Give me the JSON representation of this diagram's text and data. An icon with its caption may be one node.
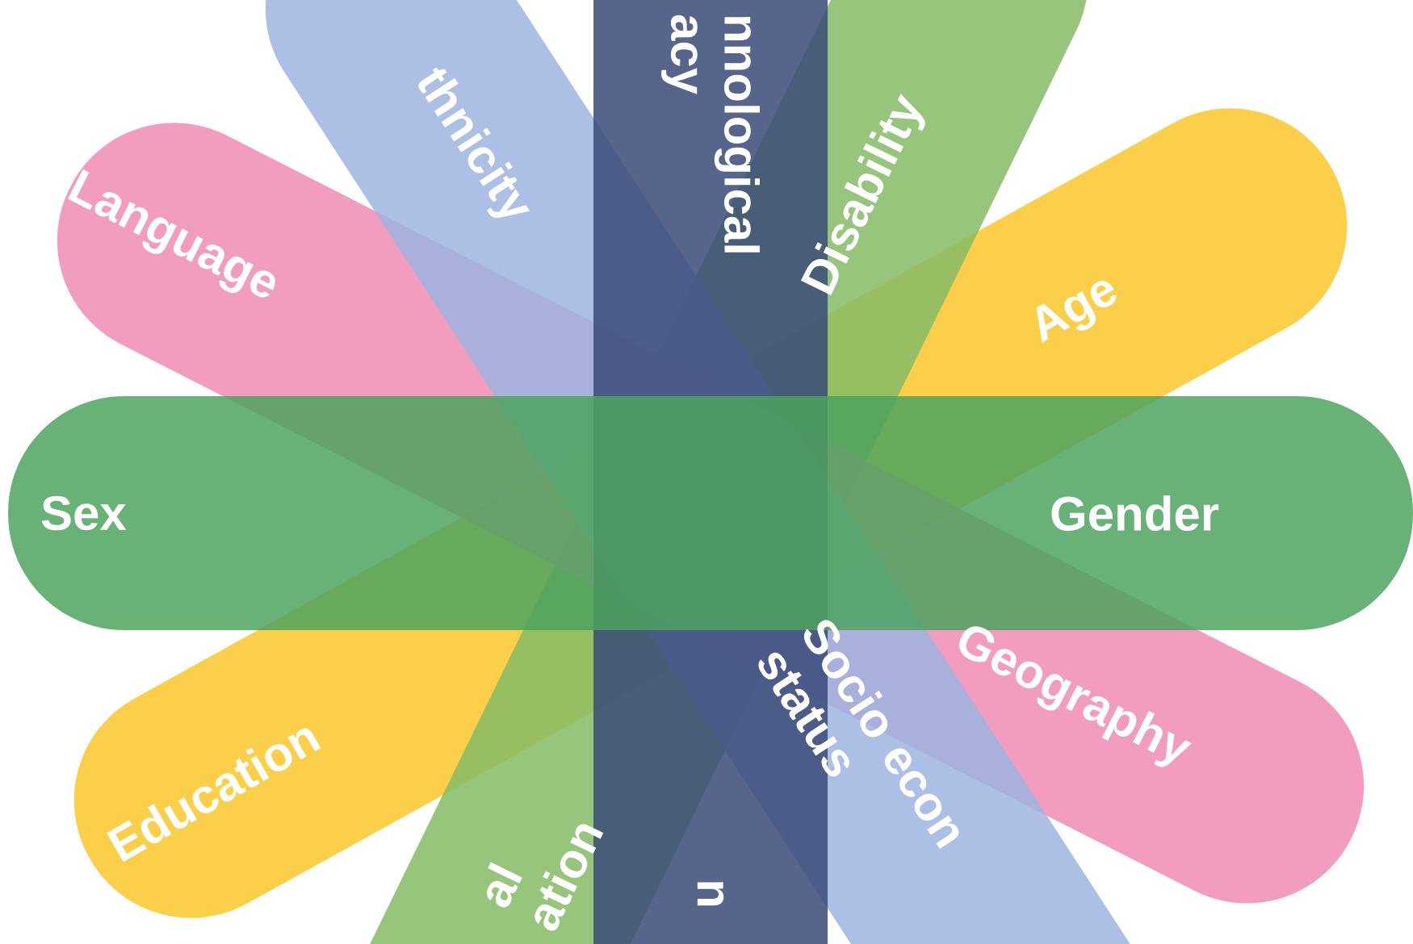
{
  "diagram": {
    "nodes": [
      {
        "text": [
          "Age",
          "Education"
        ]
      },
      {
        "text": [
          "Disability",
          "al ation"
        ]
      },
      {
        "text": [
          "Language",
          "Geography"
        ]
      },
      {
        "text": [
          "thnicity",
          "Socio econ status"
        ]
      },
      {
        "text": [
          "nnological acy",
          "u"
        ]
      },
      {
        "text": [
          "Sex",
          "Gender"
        ]
      }
    ]
  }
}
